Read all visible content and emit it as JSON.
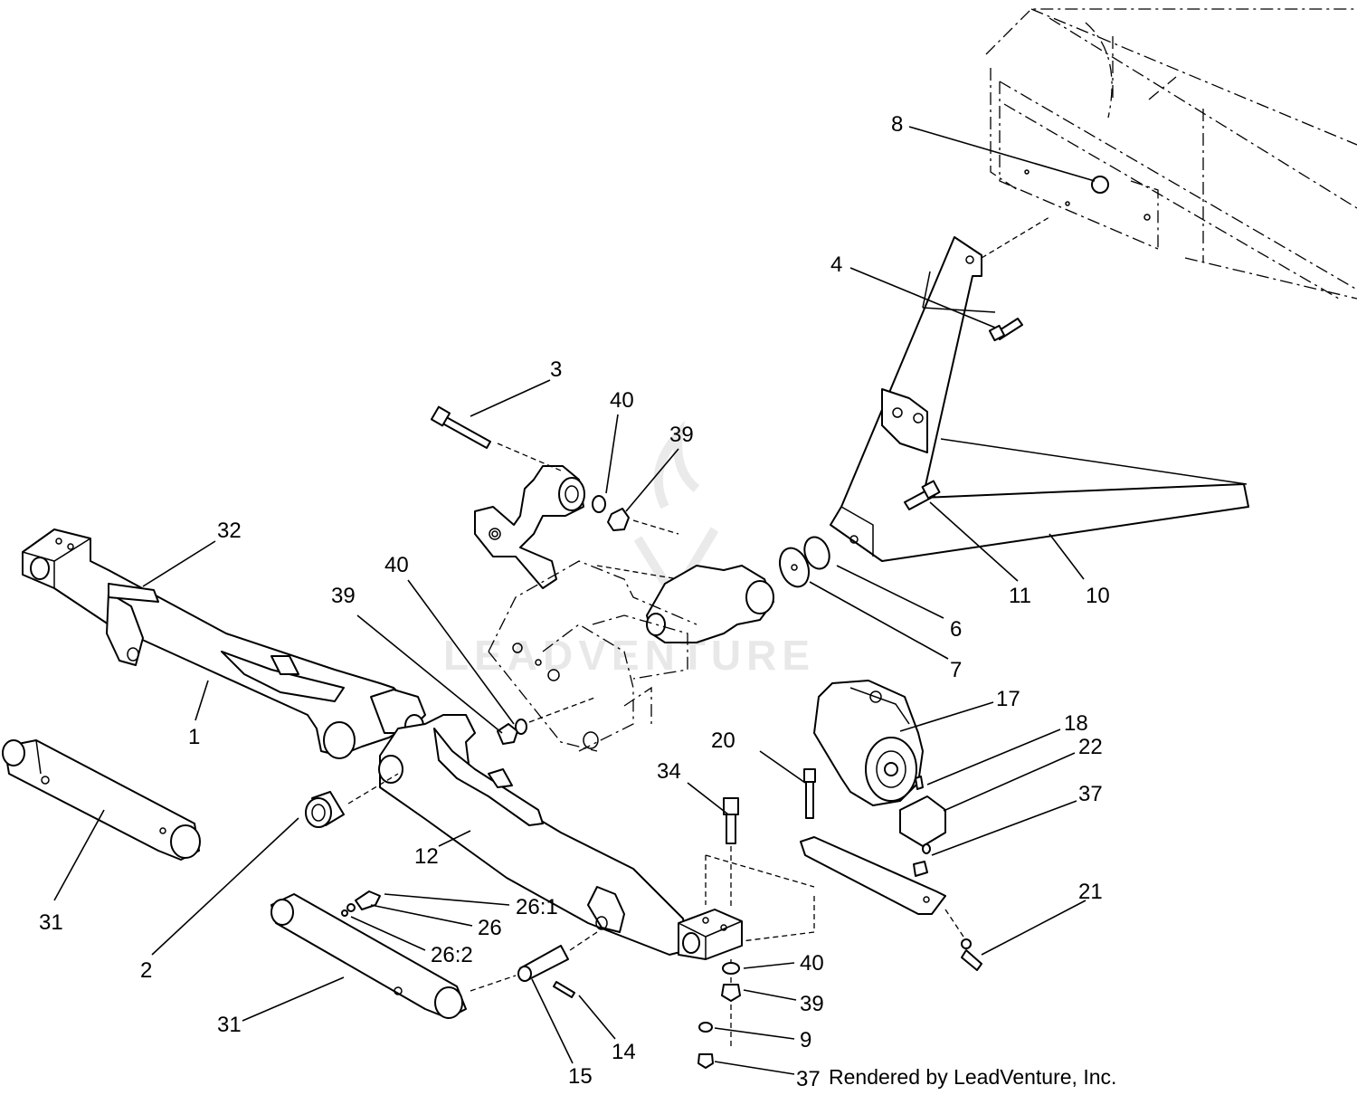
{
  "diagram": {
    "credit_text": "Rendered by LeadVenture, Inc.",
    "watermark_text": "LEADVENTURE",
    "callouts": {
      "c8": "8",
      "c4": "4",
      "c3": "3",
      "c40a": "40",
      "c39a": "39",
      "c32": "32",
      "c40b": "40",
      "c39b": "39",
      "c11": "11",
      "c10": "10",
      "c6": "6",
      "c7": "7",
      "c1": "1",
      "c17": "17",
      "c18": "18",
      "c20": "20",
      "c22": "22",
      "c34": "34",
      "c37a": "37",
      "c31a": "31",
      "c12": "12",
      "c21": "21",
      "c261": "26:1",
      "c26": "26",
      "c262": "26:2",
      "c2": "2",
      "c40c": "40",
      "c39c": "39",
      "c31b": "31",
      "c9": "9",
      "c14": "14",
      "c15": "15",
      "c37b": "37"
    }
  }
}
